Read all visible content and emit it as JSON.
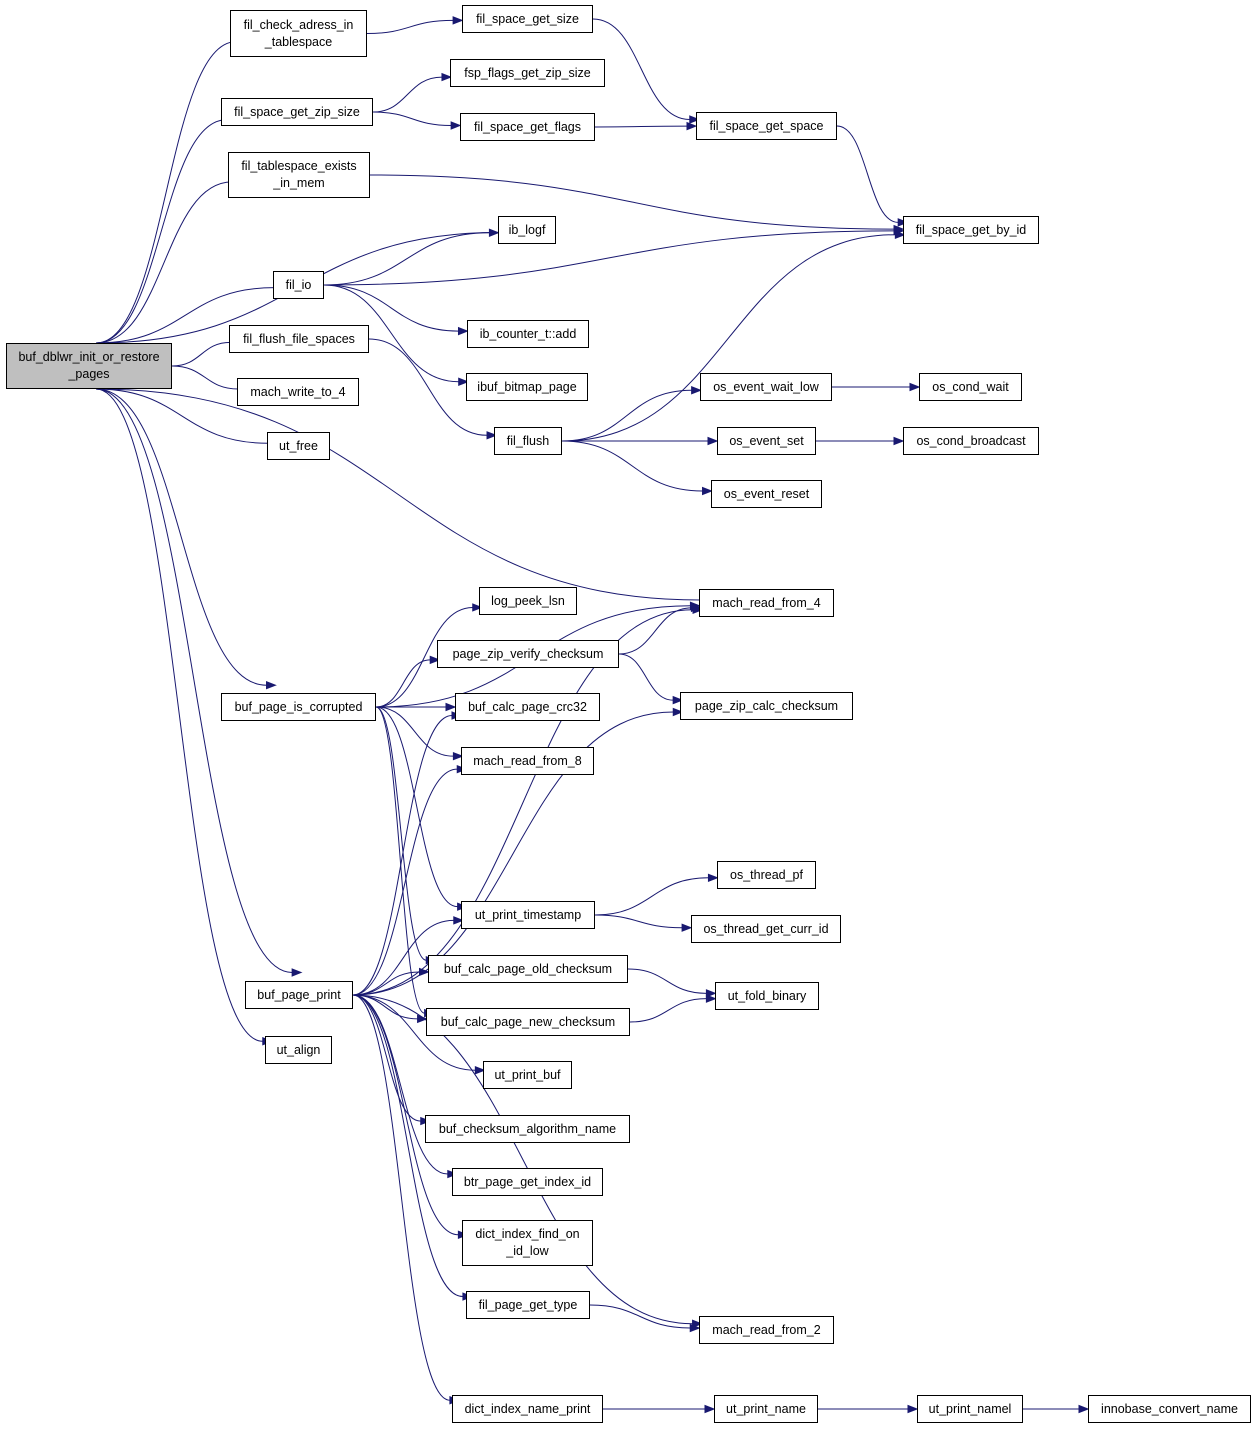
{
  "graph": {
    "root": "buf_dblwr_init_or_restore_pages",
    "nodes": [
      {
        "id": "root",
        "label": "buf_dblwr_init_or_restore\n_pages"
      },
      {
        "id": "fcait",
        "label": "fil_check_adress_in\n_tablespace"
      },
      {
        "id": "fsgs",
        "label": "fil_space_get_size"
      },
      {
        "id": "fsgzs",
        "label": "fil_space_get_zip_size"
      },
      {
        "id": "ffgzs",
        "label": "fsp_flags_get_zip_size"
      },
      {
        "id": "fsgf",
        "label": "fil_space_get_flags"
      },
      {
        "id": "fsgsp",
        "label": "fil_space_get_space"
      },
      {
        "id": "ftem",
        "label": "fil_tablespace_exists\n_in_mem"
      },
      {
        "id": "fsgbi",
        "label": "fil_space_get_by_id"
      },
      {
        "id": "iblogf",
        "label": "ib_logf"
      },
      {
        "id": "filio",
        "label": "fil_io"
      },
      {
        "id": "ibcadd",
        "label": "ib_counter_t::add"
      },
      {
        "id": "fffs",
        "label": "fil_flush_file_spaces"
      },
      {
        "id": "ibufbp",
        "label": "ibuf_bitmap_page"
      },
      {
        "id": "mwt4",
        "label": "mach_write_to_4"
      },
      {
        "id": "utfree",
        "label": "ut_free"
      },
      {
        "id": "filflush",
        "label": "fil_flush"
      },
      {
        "id": "oewl",
        "label": "os_event_wait_low"
      },
      {
        "id": "ocw",
        "label": "os_cond_wait"
      },
      {
        "id": "oes",
        "label": "os_event_set"
      },
      {
        "id": "ocb",
        "label": "os_cond_broadcast"
      },
      {
        "id": "oer",
        "label": "os_event_reset"
      },
      {
        "id": "mrf4",
        "label": "mach_read_from_4"
      },
      {
        "id": "lpl",
        "label": "log_peek_lsn"
      },
      {
        "id": "pzvc",
        "label": "page_zip_verify_checksum"
      },
      {
        "id": "bpic",
        "label": "buf_page_is_corrupted"
      },
      {
        "id": "bcpc32",
        "label": "buf_calc_page_crc32"
      },
      {
        "id": "pzcc",
        "label": "page_zip_calc_checksum"
      },
      {
        "id": "mrf8",
        "label": "mach_read_from_8"
      },
      {
        "id": "otpf",
        "label": "os_thread_pf"
      },
      {
        "id": "upt",
        "label": "ut_print_timestamp"
      },
      {
        "id": "otgci",
        "label": "os_thread_get_curr_id"
      },
      {
        "id": "bcpoc",
        "label": "buf_calc_page_old_checksum"
      },
      {
        "id": "bpp",
        "label": "buf_page_print"
      },
      {
        "id": "ufb",
        "label": "ut_fold_binary"
      },
      {
        "id": "bcpnc",
        "label": "buf_calc_page_new_checksum"
      },
      {
        "id": "utalign",
        "label": "ut_align"
      },
      {
        "id": "upb",
        "label": "ut_print_buf"
      },
      {
        "id": "bcan",
        "label": "buf_checksum_algorithm_name"
      },
      {
        "id": "bpgii",
        "label": "btr_page_get_index_id"
      },
      {
        "id": "difo",
        "label": "dict_index_find_on\n_id_low"
      },
      {
        "id": "fpgt",
        "label": "fil_page_get_type"
      },
      {
        "id": "mrf2",
        "label": "mach_read_from_2"
      },
      {
        "id": "dinp",
        "label": "dict_index_name_print"
      },
      {
        "id": "upn",
        "label": "ut_print_name"
      },
      {
        "id": "upnl",
        "label": "ut_print_namel"
      },
      {
        "id": "icn",
        "label": "innobase_convert_name"
      }
    ],
    "edges": [
      [
        "root",
        "fcait"
      ],
      [
        "root",
        "fsgzs"
      ],
      [
        "root",
        "ftem"
      ],
      [
        "root",
        "iblogf"
      ],
      [
        "root",
        "filio"
      ],
      [
        "root",
        "fffs"
      ],
      [
        "root",
        "mwt4"
      ],
      [
        "root",
        "utfree"
      ],
      [
        "root",
        "mrf4"
      ],
      [
        "root",
        "bpic"
      ],
      [
        "root",
        "bpp"
      ],
      [
        "root",
        "utalign"
      ],
      [
        "fcait",
        "fsgs"
      ],
      [
        "fsgs",
        "fsgsp"
      ],
      [
        "fsgzs",
        "ffgzs"
      ],
      [
        "fsgzs",
        "fsgf"
      ],
      [
        "fsgf",
        "fsgsp"
      ],
      [
        "fsgsp",
        "fsgbi"
      ],
      [
        "ftem",
        "fsgbi"
      ],
      [
        "filio",
        "iblogf"
      ],
      [
        "filio",
        "fsgbi"
      ],
      [
        "filio",
        "ibcadd"
      ],
      [
        "filio",
        "ibufbp"
      ],
      [
        "fffs",
        "filflush"
      ],
      [
        "filflush",
        "fsgbi"
      ],
      [
        "filflush",
        "oewl"
      ],
      [
        "filflush",
        "oes"
      ],
      [
        "filflush",
        "oer"
      ],
      [
        "oewl",
        "ocw"
      ],
      [
        "oes",
        "ocb"
      ],
      [
        "bpic",
        "mrf4"
      ],
      [
        "bpic",
        "lpl"
      ],
      [
        "bpic",
        "pzvc"
      ],
      [
        "bpic",
        "bcpc32"
      ],
      [
        "bpic",
        "mrf8"
      ],
      [
        "bpic",
        "upt"
      ],
      [
        "bpic",
        "bcpoc"
      ],
      [
        "bpic",
        "bcpnc"
      ],
      [
        "pzvc",
        "mrf4"
      ],
      [
        "pzvc",
        "pzcc"
      ],
      [
        "upt",
        "otpf"
      ],
      [
        "upt",
        "otgci"
      ],
      [
        "bcpoc",
        "ufb"
      ],
      [
        "bcpnc",
        "ufb"
      ],
      [
        "bpp",
        "mrf4"
      ],
      [
        "bpp",
        "bcpc32"
      ],
      [
        "bpp",
        "mrf8"
      ],
      [
        "bpp",
        "pzcc"
      ],
      [
        "bpp",
        "upt"
      ],
      [
        "bpp",
        "bcpoc"
      ],
      [
        "bpp",
        "bcpnc"
      ],
      [
        "bpp",
        "upb"
      ],
      [
        "bpp",
        "bcan"
      ],
      [
        "bpp",
        "bpgii"
      ],
      [
        "bpp",
        "difo"
      ],
      [
        "bpp",
        "fpgt"
      ],
      [
        "bpp",
        "mrf2"
      ],
      [
        "bpp",
        "dinp"
      ],
      [
        "fpgt",
        "mrf2"
      ],
      [
        "dinp",
        "upn"
      ],
      [
        "upn",
        "upnl"
      ],
      [
        "upnl",
        "icn"
      ]
    ]
  }
}
